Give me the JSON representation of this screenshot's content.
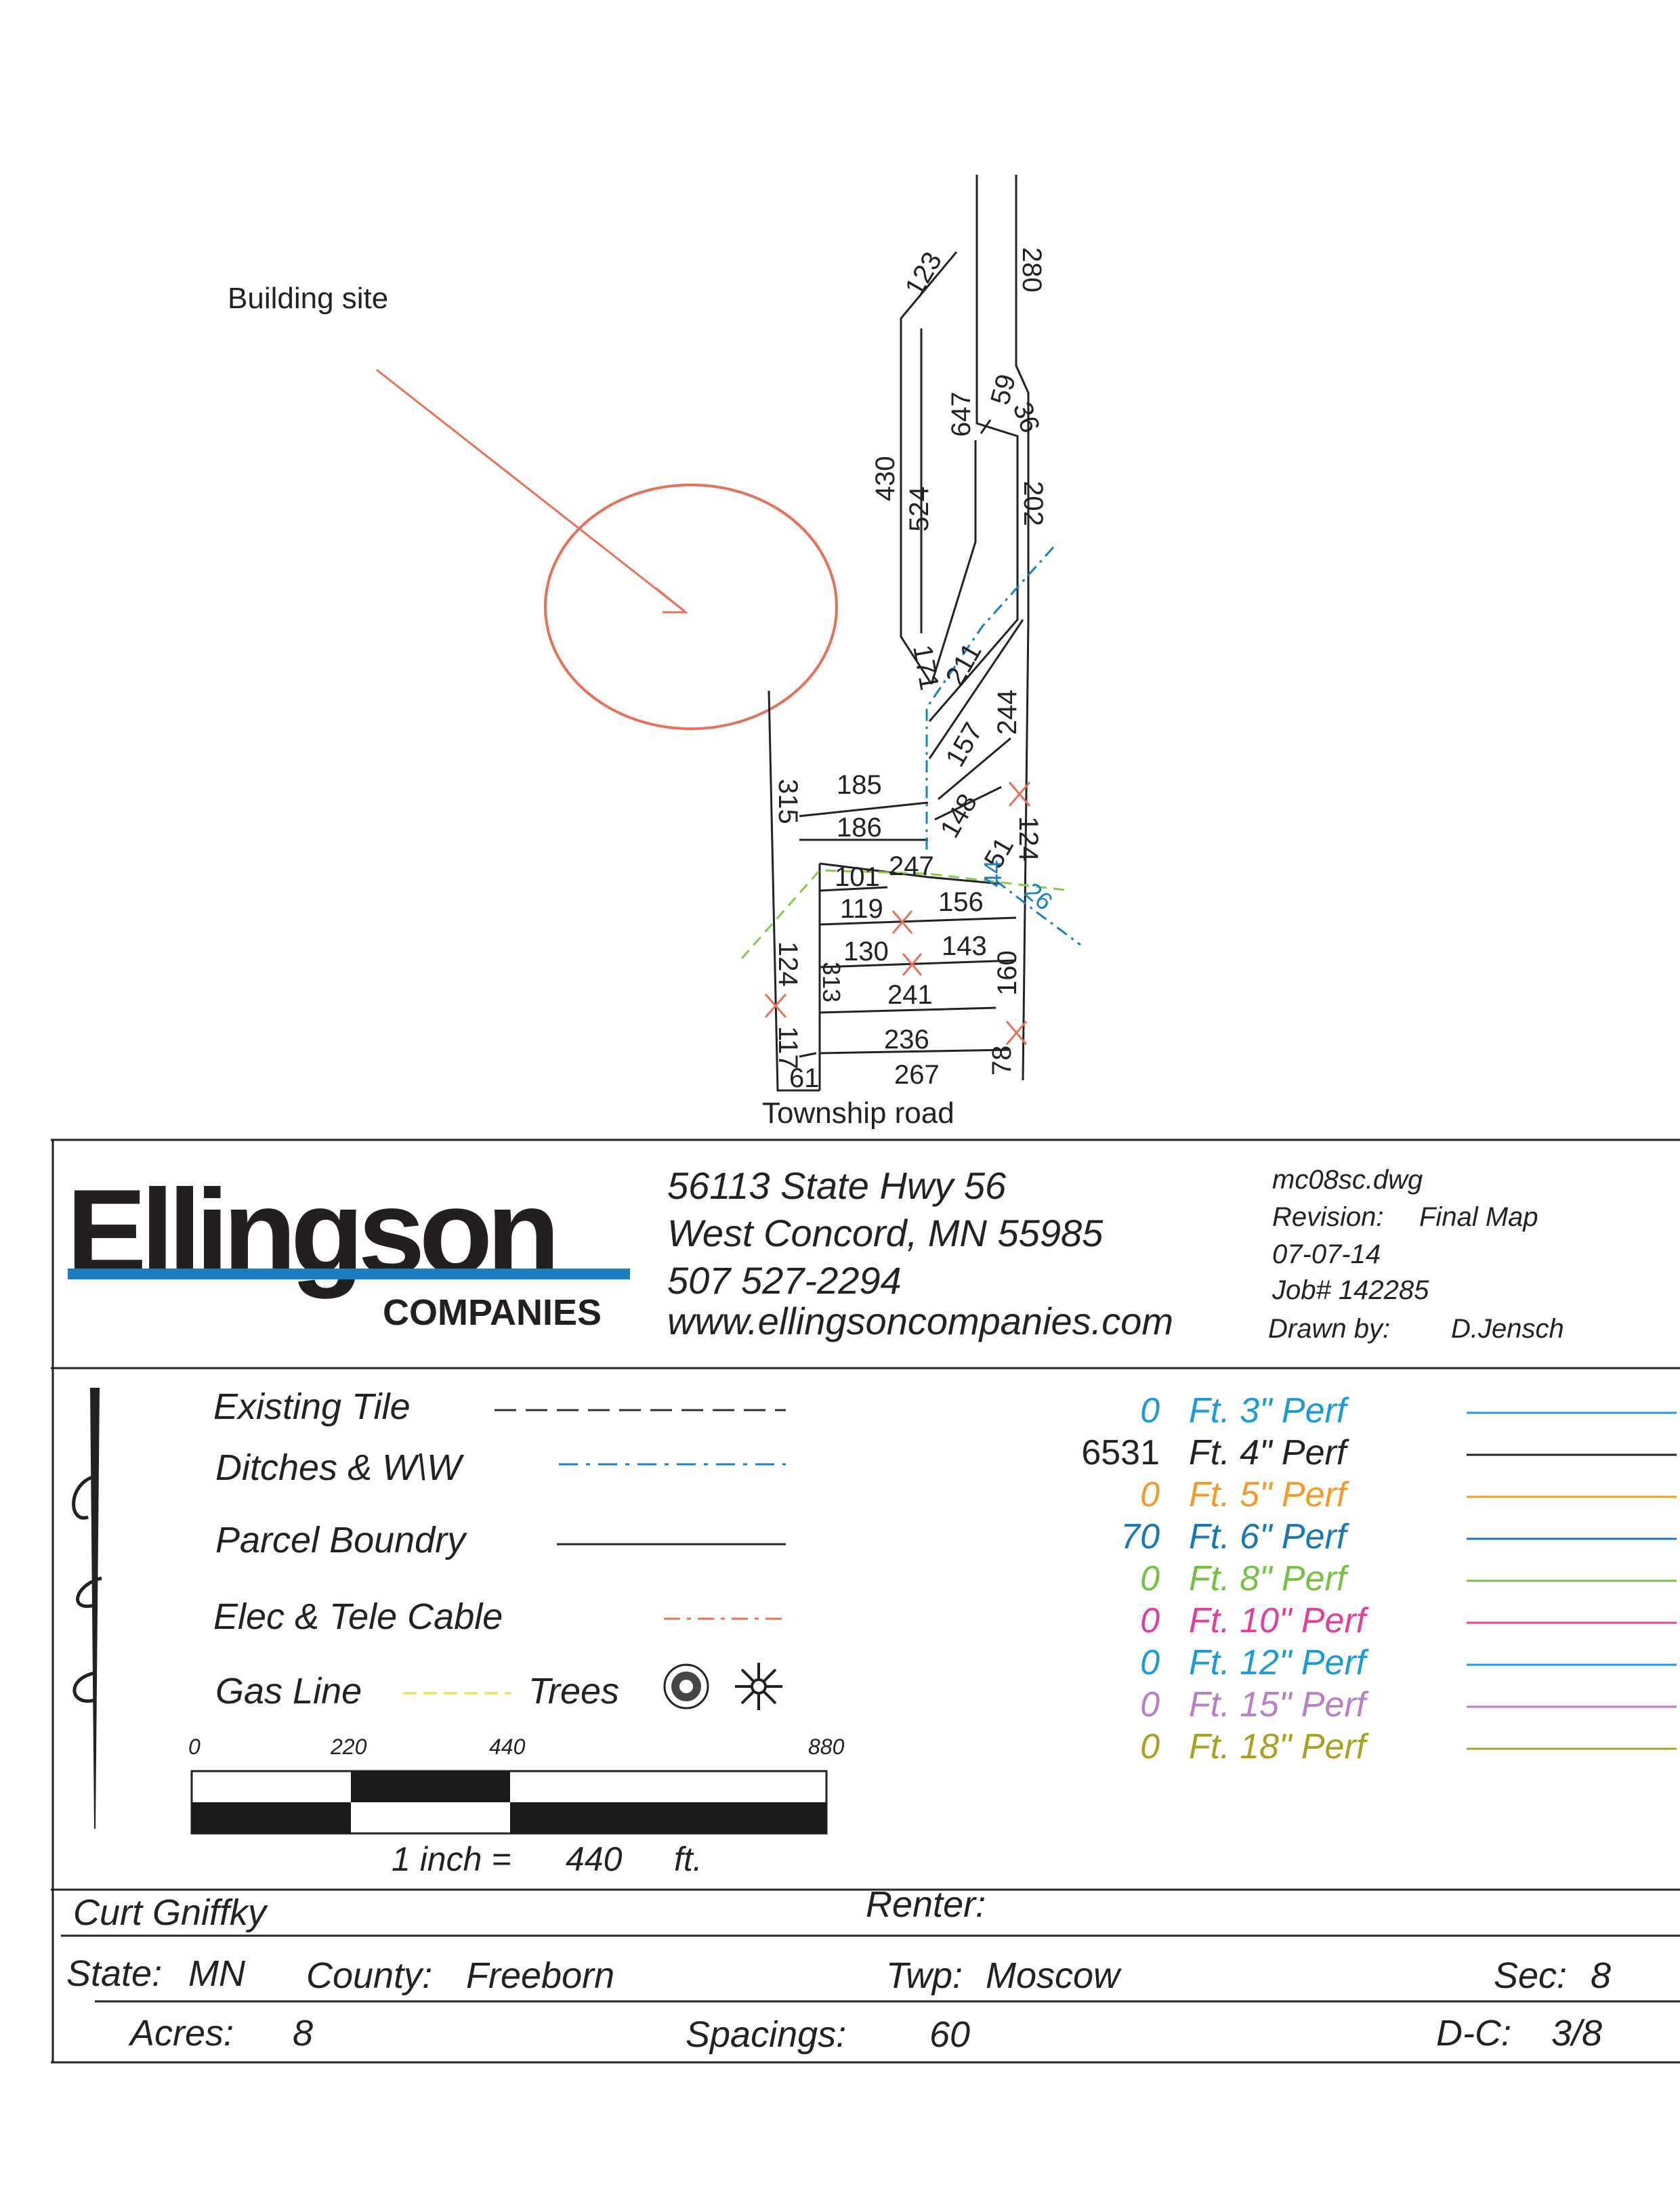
{
  "map": {
    "building_label": "Building site",
    "road_label": "Township road",
    "dims": [
      "123",
      "280",
      "647",
      "59",
      "36",
      "430",
      "524",
      "202",
      "171",
      "211",
      "244",
      "157",
      "185",
      "186",
      "315",
      "148",
      "124",
      "51",
      "247",
      "101",
      "119",
      "156",
      "44",
      "26",
      "130",
      "143",
      "124",
      "313",
      "241",
      "160",
      "236",
      "117",
      "61",
      "267",
      "78"
    ]
  },
  "header": {
    "logo_word": "Ellingson",
    "logo_sub": "COMPANIES",
    "address_1": "56113 State Hwy 56",
    "address_2": "West Concord, MN 55985",
    "phone": "507 527-2294",
    "website": "www.ellingsoncompanies.com",
    "file_name": "mc08sc.dwg",
    "revision_label": "Revision:",
    "revision_value": "Final Map",
    "date": "07-07-14",
    "job": "Job# 142285",
    "drawn_label": "Drawn by:",
    "drawn_value": "D.Jensch"
  },
  "legend": {
    "existing_tile": "Existing Tile",
    "ditches": "Ditches & W\\W",
    "parcel": "Parcel Boundry",
    "elec": "Elec & Tele Cable",
    "gas": "Gas Line",
    "trees": "Trees",
    "scale_ticks": [
      "0",
      "220",
      "440",
      "880"
    ],
    "scale_text_a": "1 inch =",
    "scale_value": "440",
    "scale_unit": "ft."
  },
  "perf": [
    {
      "amount": "0",
      "label": "Ft. 3\" Perf",
      "color": "#1a9ad6"
    },
    {
      "amount": "6531",
      "label": "Ft. 4\" Perf",
      "color": "#222222"
    },
    {
      "amount": "0",
      "label": "Ft. 5\" Perf",
      "color": "#f39a2a"
    },
    {
      "amount": "70",
      "label": "Ft. 6\" Perf",
      "color": "#1678b8"
    },
    {
      "amount": "0",
      "label": "Ft. 8\" Perf",
      "color": "#77c043"
    },
    {
      "amount": "0",
      "label": "Ft. 10\" Perf",
      "color": "#e0409a"
    },
    {
      "amount": "0",
      "label": "Ft. 12\" Perf",
      "color": "#1a9ad6"
    },
    {
      "amount": "0",
      "label": "Ft. 15\" Perf",
      "color": "#b77fc4"
    },
    {
      "amount": "0",
      "label": "Ft. 18\" Perf",
      "color": "#a8a020"
    }
  ],
  "footer": {
    "owner": "Curt Gniffky",
    "renter_label": "Renter:",
    "state_label": "State:",
    "state_value": "MN",
    "county_label": "County:",
    "county_value": "Freeborn",
    "twp_label": "Twp:",
    "twp_value": "Moscow",
    "sec_label": "Sec:",
    "sec_value": "8",
    "acres_label": "Acres:",
    "acres_value": "8",
    "spacings_label": "Spacings:",
    "spacings_value": "60",
    "dc_label": "D-C:",
    "dc_value": "3/8"
  }
}
